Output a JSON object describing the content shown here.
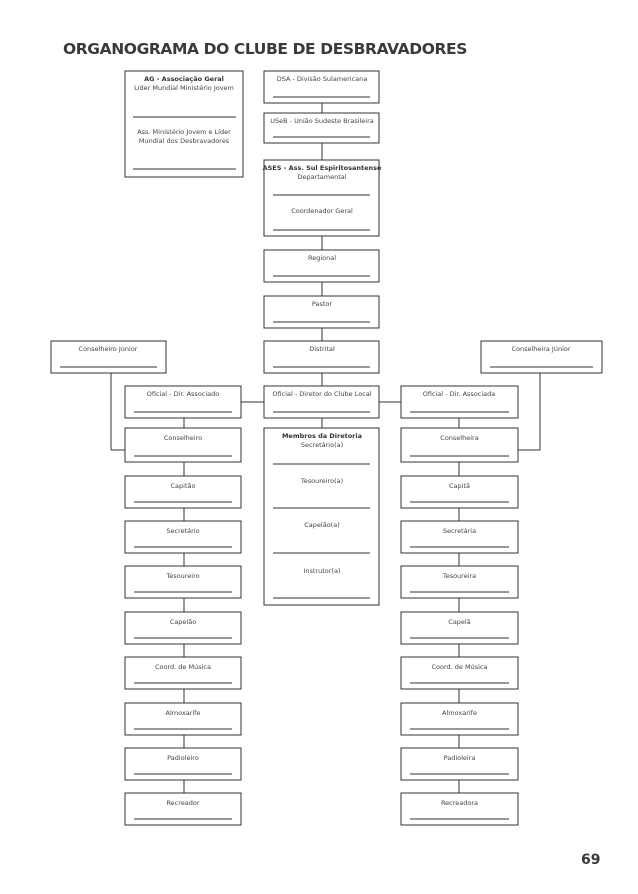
{
  "page": {
    "title": "ORGANOGRAMA DO CLUBE DE DESBRAVADORES",
    "page_number": "69"
  },
  "boxes": {
    "ag": {
      "line1": "AG - Associação Geral",
      "line2": "Líder Mundial Ministério Jovem",
      "line3": "Ass. Ministério Jovem e Líder",
      "line4": "Mundial dos Desbravadores"
    },
    "dsa": "DSA - Divisão Sulamericana",
    "useb": "USeB - União Sudeste Brasileira",
    "ases": {
      "line1": "ASES - Ass. Sul Espiritosantense",
      "line2": "Departamental",
      "line3": "Coordenador Geral"
    },
    "regional": "Regional",
    "pastor": "Pastor",
    "distrital": "Distrital",
    "conselheiro_junior": "Conselheiro Júnior",
    "conselheira_junior": "Conselheira Júnior",
    "oficial_associado": "Oficial - Dir. Associado",
    "oficial_diretor": "Oficial - Diretor do Clube Local",
    "oficial_associada": "Oficial - Dir. Associada",
    "diretoria": {
      "title": "Membros da Diretoria",
      "roles": [
        "Secretário(a)",
        "Tesoureiro(a)",
        "Capelão(a)",
        "Instrutor(a)"
      ]
    },
    "left_column": [
      "Conselheiro",
      "Capitão",
      "Secretário",
      "Tesoureiro",
      "Capelão",
      "Coord. de Música",
      "Almoxarife",
      "Padioleiro",
      "Recreador"
    ],
    "right_column": [
      "Conselheira",
      "Capitã",
      "Secretária",
      "Tesoureira",
      "Capelã",
      "Coord. de Música",
      "Almoxarife",
      "Padioleira",
      "Recreadora"
    ]
  }
}
